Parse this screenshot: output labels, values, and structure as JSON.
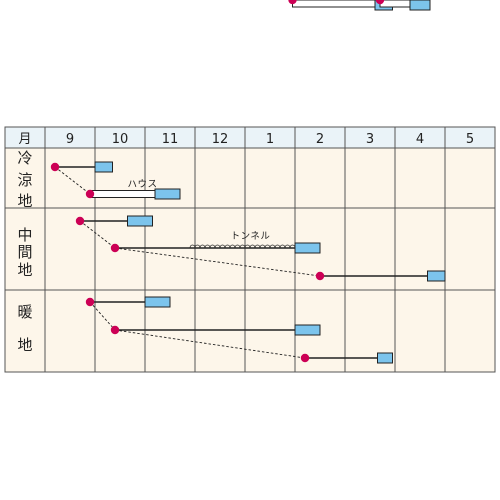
{
  "header": {
    "corner_label": "月",
    "months": [
      "9",
      "10",
      "11",
      "12",
      "1",
      "2",
      "3",
      "4",
      "5"
    ]
  },
  "regions": [
    {
      "key": "cool",
      "chars": [
        "冷",
        "涼",
        "地"
      ]
    },
    {
      "key": "mid",
      "chars": [
        "中",
        "間",
        "地"
      ]
    },
    {
      "key": "warm",
      "chars": [
        "暖",
        "地"
      ]
    }
  ],
  "legend_colors": {
    "sowing_dot": "#cc0055",
    "harvest_box": "#7cc4ec",
    "cell_bg": "#fdf6ea",
    "header_bg": "#eaf3f8",
    "line": "#222222"
  },
  "notes": {
    "house": "ハウス",
    "tunnel": "トンネル"
  },
  "schedule": {
    "cool": [
      {
        "sow": 9.2,
        "grow_end": 10.0,
        "harvest": [
          10.0,
          10.35
        ],
        "style": "solid"
      },
      {
        "sow": 9.9,
        "grow_end": 11.2,
        "harvest": [
          11.2,
          11.7
        ],
        "style": "house",
        "note": "house"
      },
      {
        "sow": 1.95,
        "grow_end": 3.6,
        "harvest": [
          3.6,
          3.95
        ],
        "style": "house"
      },
      {
        "sow": 3.7,
        "grow_end": 4.3,
        "harvest": [
          4.3,
          4.7
        ],
        "style": "house",
        "note": "house"
      }
    ],
    "mid": [
      {
        "sow": 9.7,
        "grow_end": 10.65,
        "harvest": [
          10.65,
          11.15
        ],
        "style": "solid"
      },
      {
        "sow": 10.4,
        "grow_end": 2.0,
        "harvest": [
          2.0,
          2.5
        ],
        "style": "tunnel",
        "tunnel_from": 11.9,
        "note": "tunnel"
      },
      {
        "sow": 2.5,
        "grow_end": 4.65,
        "harvest": [
          4.65,
          5.0
        ],
        "style": "solid"
      }
    ],
    "warm": [
      {
        "sow": 9.9,
        "grow_end": 11.0,
        "harvest": [
          11.0,
          11.5
        ],
        "style": "solid"
      },
      {
        "sow": 10.4,
        "grow_end": 2.0,
        "harvest": [
          2.0,
          2.5
        ],
        "style": "solid"
      },
      {
        "sow": 2.2,
        "grow_end": 3.65,
        "harvest": [
          3.65,
          3.95
        ],
        "style": "solid"
      }
    ]
  },
  "links": [
    [
      "cool",
      0,
      "cool",
      1
    ],
    [
      "cool",
      2,
      "cool",
      3
    ],
    [
      "mid",
      0,
      "mid",
      1
    ],
    [
      "mid",
      1,
      "mid",
      2
    ],
    [
      "warm",
      0,
      "warm",
      1
    ],
    [
      "warm",
      1,
      "warm",
      2
    ]
  ]
}
